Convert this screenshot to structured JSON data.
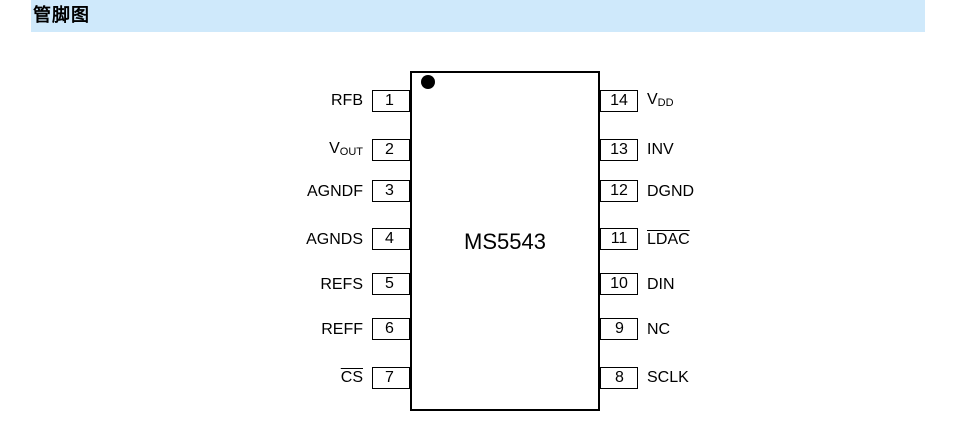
{
  "header": {
    "title": "管脚图"
  },
  "chip": {
    "name": "MS5543"
  },
  "pins": [
    {
      "num": "1",
      "label": "RFB",
      "side": "left"
    },
    {
      "num": "2",
      "label": "V",
      "sub": "OUT",
      "side": "left"
    },
    {
      "num": "3",
      "label": "AGNDF",
      "side": "left"
    },
    {
      "num": "4",
      "label": "AGNDS",
      "side": "left"
    },
    {
      "num": "5",
      "label": "REFS",
      "side": "left"
    },
    {
      "num": "6",
      "label": "REFF",
      "side": "left"
    },
    {
      "num": "7",
      "label": "CS",
      "overline": true,
      "side": "left"
    },
    {
      "num": "8",
      "label": "SCLK",
      "side": "right"
    },
    {
      "num": "9",
      "label": "NC",
      "side": "right"
    },
    {
      "num": "10",
      "label": "DIN",
      "side": "right"
    },
    {
      "num": "11",
      "label": "LDAC",
      "overline": true,
      "side": "right"
    },
    {
      "num": "12",
      "label": "DGND",
      "side": "right"
    },
    {
      "num": "13",
      "label": "INV",
      "side": "right"
    },
    {
      "num": "14",
      "label": "V",
      "sub": "DD",
      "side": "right"
    }
  ]
}
